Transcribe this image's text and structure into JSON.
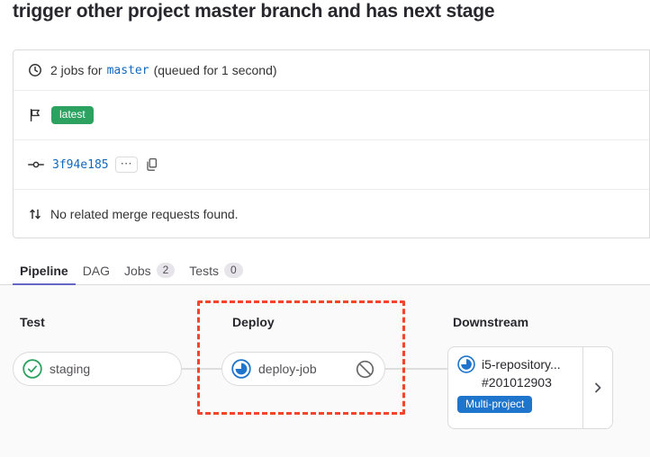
{
  "page": {
    "title": "trigger other project master branch and has next stage"
  },
  "summary_box": {
    "jobs_row": {
      "prefix": "2 jobs for",
      "branch": "master",
      "suffix": "(queued for 1 second)"
    },
    "latest_row": {
      "badge": "latest"
    },
    "commit_row": {
      "sha": "3f94e185",
      "more_icon": "⋯"
    },
    "mr_row": {
      "text": "No related merge requests found."
    }
  },
  "tabs": [
    {
      "label": "Pipeline",
      "active": true
    },
    {
      "label": "DAG",
      "active": false
    },
    {
      "label": "Jobs",
      "badge": "2",
      "active": false
    },
    {
      "label": "Tests",
      "badge": "0",
      "active": false
    }
  ],
  "pipeline_graph": {
    "test_stage": {
      "title": "Test",
      "job_name": "staging",
      "job_status": "success"
    },
    "deploy_stage": {
      "title": "Deploy",
      "job_name": "deploy-job",
      "job_status": "running",
      "action": "cancel"
    },
    "downstream_stage": {
      "title": "Downstream",
      "project_name": "i5-repository...",
      "pipeline_id": "#201012903",
      "badge": "Multi-project",
      "status": "running"
    }
  },
  "colors": {
    "link_blue": "#1068bf",
    "success_green": "#2da160",
    "running_blue": "#1f75cb",
    "multi_project_badge_blue": "#1f75cb",
    "active_tab_indigo": "#6666c4",
    "highlight_red": "#f5442c"
  }
}
